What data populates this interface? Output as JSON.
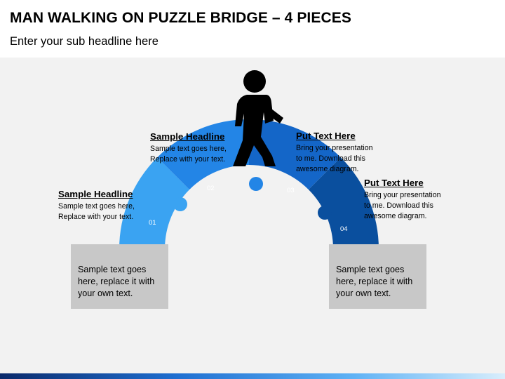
{
  "title": "MAN WALKING ON PUZZLE BRIDGE – 4 PIECES",
  "subtitle": "Enter your sub headline here",
  "pieces": [
    {
      "number": "01",
      "color": "#3aa3f2",
      "icon": "puzzle-piece"
    },
    {
      "number": "02",
      "color": "#2385e6",
      "icon": "puzzle-piece"
    },
    {
      "number": "03",
      "color": "#1466c8",
      "icon": "puzzle-piece"
    },
    {
      "number": "04",
      "color": "#0a4f9e",
      "icon": "puzzle-piece"
    }
  ],
  "figure_icon": "walking-man-icon",
  "texts": {
    "left_low": {
      "headline": "Sample Headline",
      "body": "Sample text goes here,\nReplace with your text."
    },
    "left_high": {
      "headline": "Sample Headline",
      "body": "Sample text goes here,\nReplace with your text."
    },
    "right_high": {
      "headline": "Put Text Here",
      "body": "Bring your presentation\nto me. Download this\nawesome diagram."
    },
    "right_low": {
      "headline": "Put Text Here",
      "body": "Bring your presentation\nto me. Download this\nawesome diagram."
    }
  },
  "boxes": {
    "left": "Sample text goes\nhere, replace it with\nyour own text.",
    "right": "Sample text goes\nhere, replace it with\nyour own text."
  },
  "colors": {
    "box_grey": "#c8c8c8",
    "background": "#f2f2f2",
    "accent_dark": "#0a4f9e"
  }
}
